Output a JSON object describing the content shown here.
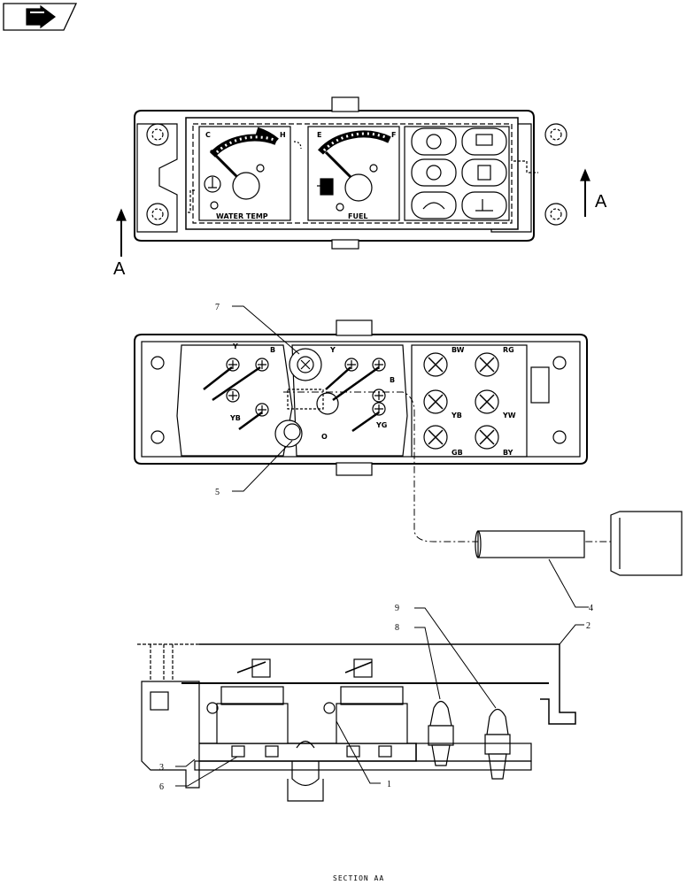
{
  "nav_icon": "next-page-arrow-icon",
  "section_markers": {
    "left": "A",
    "right": "A"
  },
  "gauges": {
    "water_temp_caption": "WATER TEMP",
    "fuel_caption": "FUEL",
    "water_temp_marks": {
      "low": "C",
      "high": "H"
    },
    "fuel_marks": {
      "low": "E",
      "high": "F"
    }
  },
  "indicator_icons": [
    "oil-pressure-icon",
    "battery-icon",
    "engine-temp-warning-icon",
    "fuel-filter-icon",
    "hydraulic-icon",
    "air-filter-icon"
  ],
  "wire_codes": {
    "top_left_y": "Y",
    "top_left_b": "B",
    "top_mid_y": "Y",
    "top_mid_b": "B",
    "low_left_yb": "YB",
    "low_mid_yg": "YG",
    "low_mid_o": "O",
    "right_bw": "BW",
    "right_rg": "RG",
    "right_yb": "YB",
    "right_yw": "YW",
    "right_gb": "GB",
    "right_by": "BY"
  },
  "callouts": {
    "c1": "1",
    "c2": "2",
    "c3": "3",
    "c4": "4",
    "c5": "5",
    "c6": "6",
    "c7": "7",
    "c8": "8",
    "c9": "9"
  },
  "section_title": "SECTION AA",
  "colors": {
    "ink": "#000000",
    "paper": "#ffffff",
    "fill": "#f4f4f4"
  }
}
